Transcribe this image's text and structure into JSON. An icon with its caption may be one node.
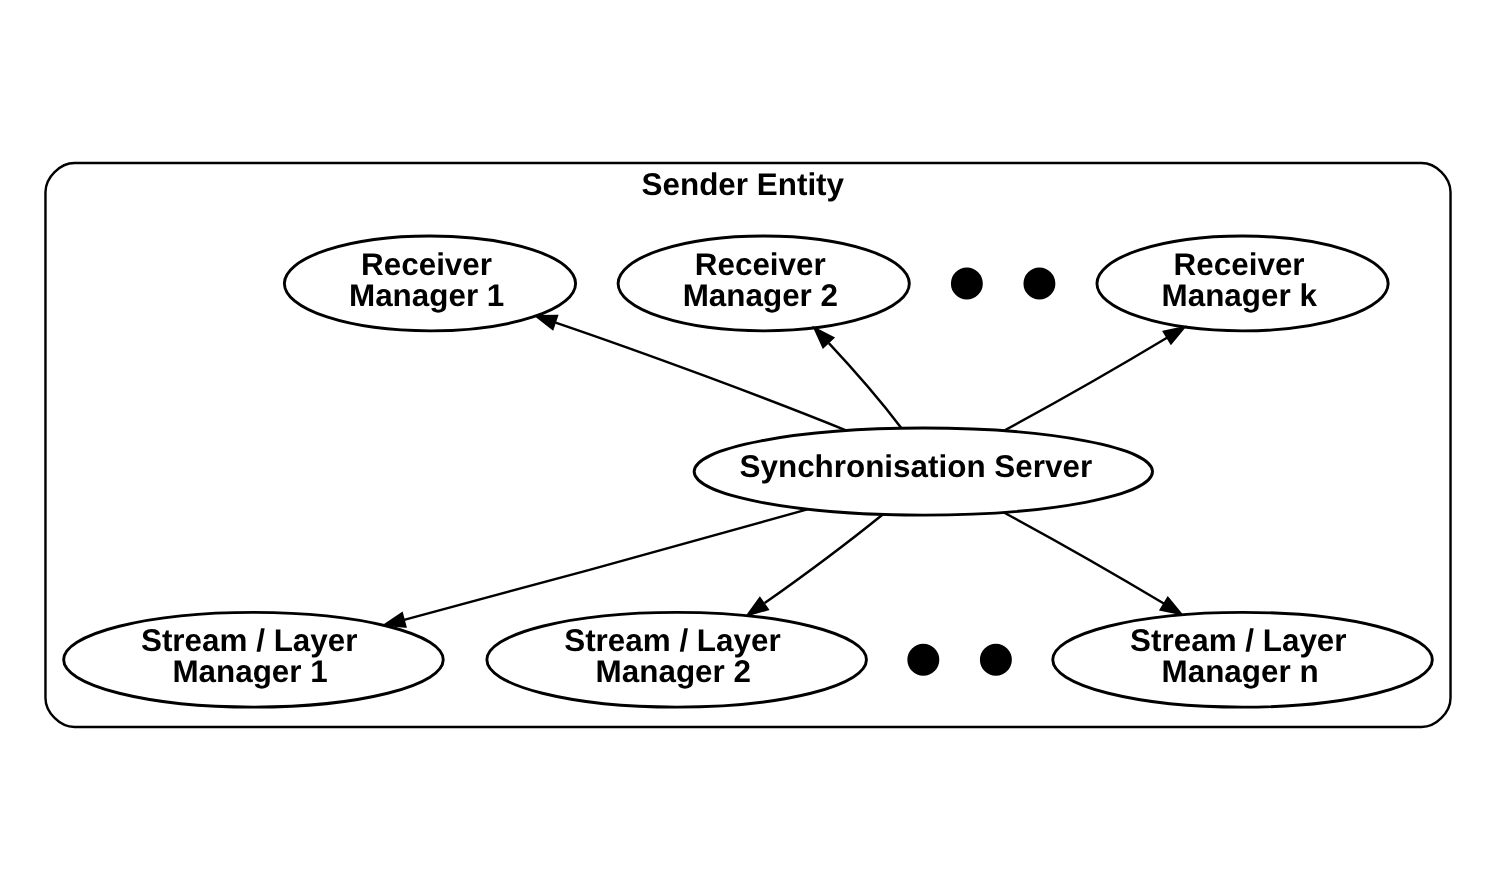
{
  "diagram": {
    "nodes": [
      {
        "text": [
          "Sender Entity"
        ]
      },
      {
        "text": [
          "Receiver Manager 1"
        ],
        "in": 0
      },
      {
        "text": [
          "Receiver Manager 2"
        ],
        "in": 0
      },
      {
        "text": [],
        "shape": "circle",
        "in": 0
      },
      {
        "text": [],
        "shape": "circle",
        "in": 0
      },
      {
        "text": [
          "Receiver Manager k"
        ],
        "in": 0
      },
      {
        "text": [
          "Synchronisation Server"
        ],
        "in": 0
      },
      {
        "text": [
          "Stream / Layer Manager 1"
        ],
        "in": 0
      },
      {
        "text": [
          "Stream / Layer Manager 2"
        ],
        "in": 0
      },
      {
        "text": [],
        "shape": "circle",
        "in": 0
      },
      {
        "text": [],
        "shape": "circle",
        "in": 0
      },
      {
        "text": [
          "Stream / Layer Manager n"
        ],
        "in": 0
      }
    ],
    "edges": [
      {
        "from": 6,
        "to": 1,
        "arrow": "to"
      },
      {
        "from": 6,
        "to": 2,
        "arrow": "to"
      },
      {
        "from": 6,
        "to": 5,
        "arrow": "to"
      },
      {
        "from": 6,
        "to": 7,
        "arrow": "to"
      },
      {
        "from": 6,
        "to": 8,
        "arrow": "to"
      },
      {
        "from": 6,
        "to": 11,
        "arrow": "to"
      }
    ]
  }
}
